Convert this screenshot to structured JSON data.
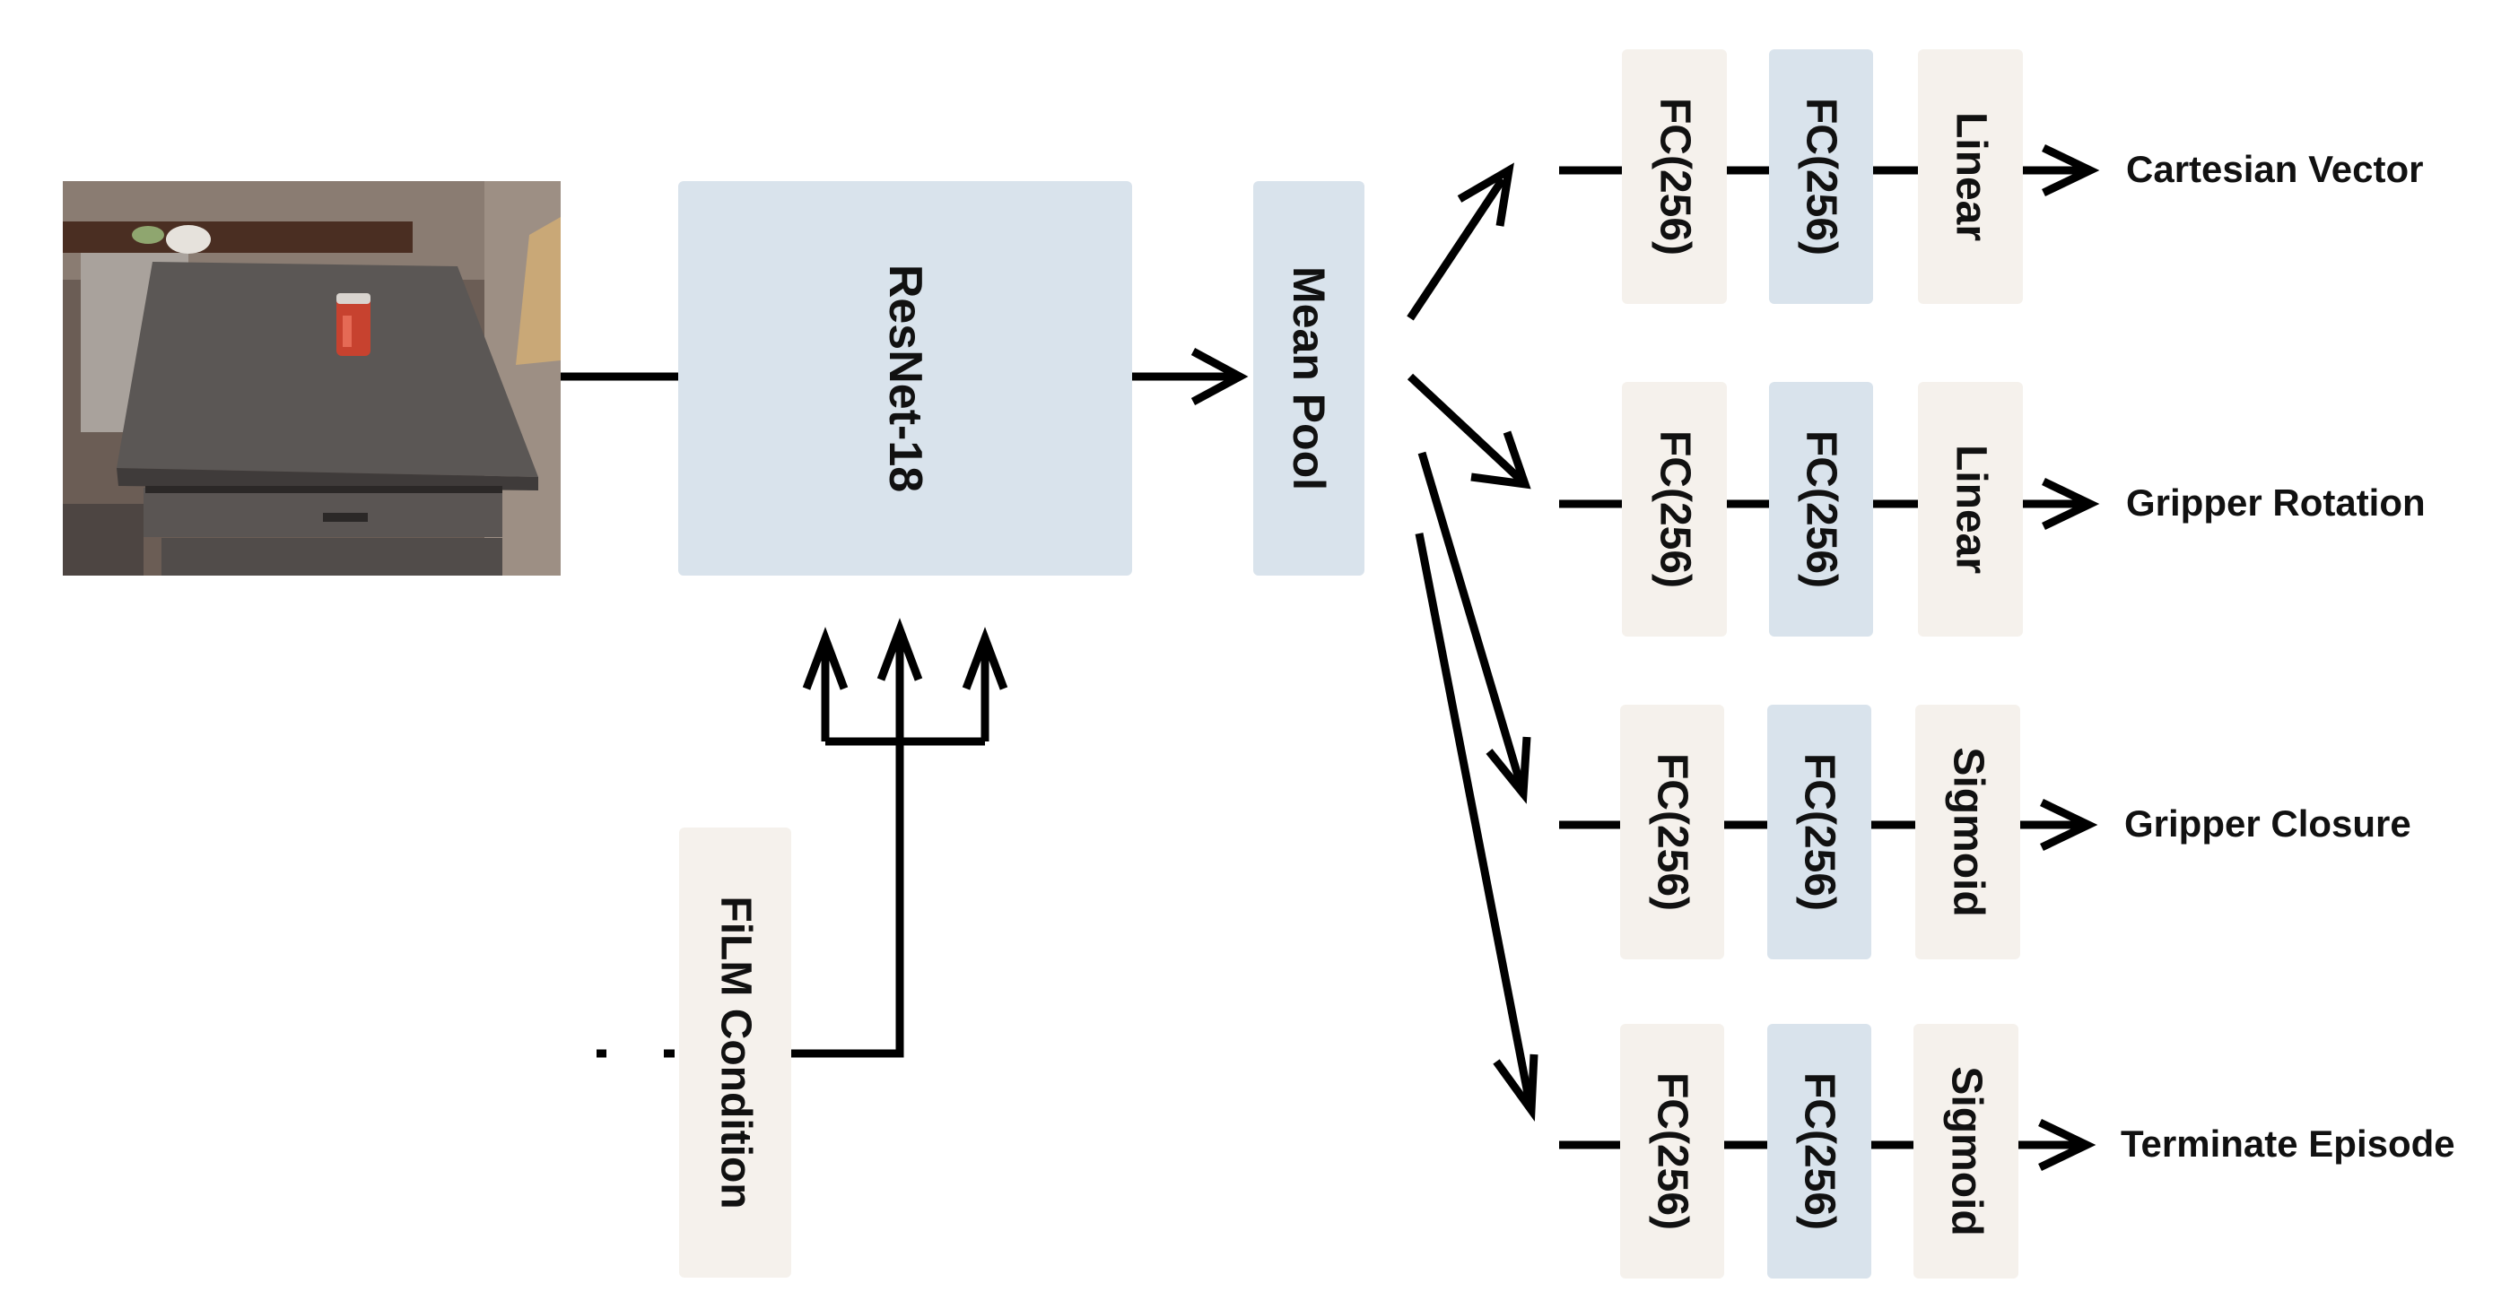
{
  "backbone": {
    "label": "ResNet-18",
    "color": "#d9e3ec"
  },
  "pool": {
    "label": "Mean Pool",
    "color": "#d9e3ec"
  },
  "film": {
    "label": "FiLM Condition",
    "color": "#f5f1ec"
  },
  "input_image": {
    "description_icon": "table-with-red-can-photo"
  },
  "heads": [
    {
      "fc1": "FC(256)",
      "fc2": "FC(256)",
      "activation": "Linear",
      "output": "Cartesian Vector"
    },
    {
      "fc1": "FC(256)",
      "fc2": "FC(256)",
      "activation": "Linear",
      "output": "Gripper Rotation"
    },
    {
      "fc1": "FC(256)",
      "fc2": "FC(256)",
      "activation": "Sigmoid",
      "output": "Gripper Closure"
    },
    {
      "fc1": "FC(256)",
      "fc2": "FC(256)",
      "activation": "Sigmoid",
      "output": "Terminate Episode"
    }
  ],
  "colors": {
    "blue_box": "#d9e3ec",
    "cream_box": "#f5f1ec",
    "line": "#000000"
  }
}
